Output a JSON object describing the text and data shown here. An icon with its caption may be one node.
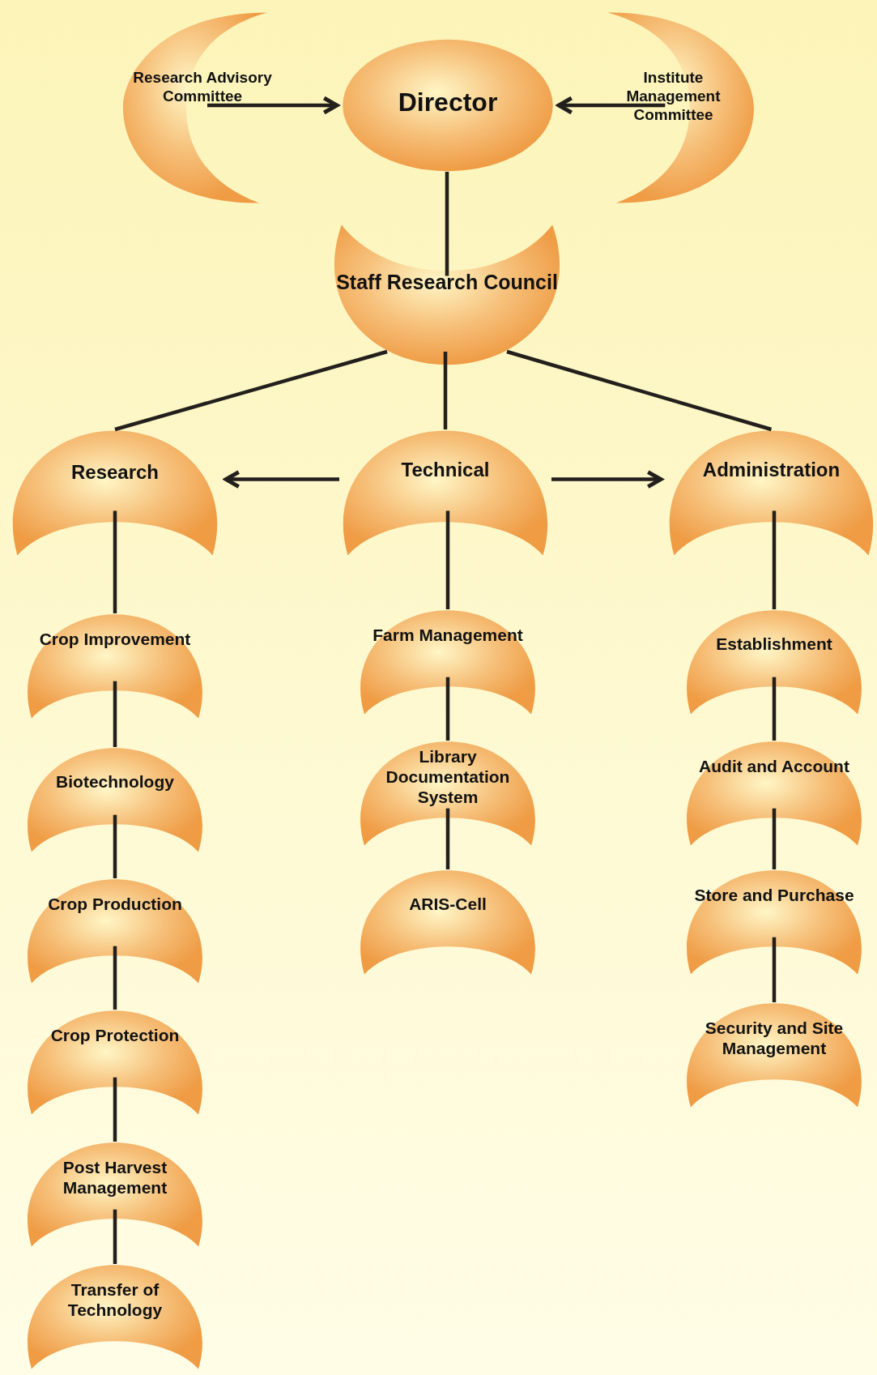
{
  "diagram": {
    "nodes": [
      {
        "text": [
          "Research Advisory Committee"
        ]
      },
      {
        "text": [
          "Director"
        ]
      },
      {
        "text": [
          "Institute Management Committee"
        ]
      },
      {
        "text": [
          "Staff Research Council"
        ]
      },
      {
        "text": [
          "Research"
        ]
      },
      {
        "text": [
          "Technical"
        ]
      },
      {
        "text": [
          "Administration"
        ]
      },
      {
        "text": [
          "Crop Improvement"
        ]
      },
      {
        "text": [
          "Biotechnology"
        ]
      },
      {
        "text": [
          "Crop Production"
        ]
      },
      {
        "text": [
          "Crop Protection"
        ]
      },
      {
        "text": [
          "Post Harvest Management"
        ]
      },
      {
        "text": [
          "Transfer of Technology"
        ]
      },
      {
        "text": [
          "Farm Management"
        ]
      },
      {
        "text": [
          "Library Documentation System"
        ]
      },
      {
        "text": [
          "ARIS-Cell"
        ]
      },
      {
        "text": [
          "Establishment"
        ]
      },
      {
        "text": [
          "Audit and Account"
        ]
      },
      {
        "text": [
          "Store and Purchase"
        ]
      },
      {
        "text": [
          "Security and Site Management"
        ]
      }
    ],
    "edges": [
      {
        "from": 0,
        "to": 1,
        "arrow": "to"
      },
      {
        "from": 2,
        "to": 1,
        "arrow": "to"
      },
      {
        "from": 1,
        "to": 3,
        "arrow": "none"
      },
      {
        "from": 3,
        "to": 4,
        "arrow": "none"
      },
      {
        "from": 3,
        "to": 5,
        "arrow": "none"
      },
      {
        "from": 3,
        "to": 6,
        "arrow": "none"
      },
      {
        "from": 5,
        "to": 4,
        "arrow": "to"
      },
      {
        "from": 5,
        "to": 6,
        "arrow": "to"
      },
      {
        "from": 4,
        "to": 7,
        "arrow": "none"
      },
      {
        "from": 7,
        "to": 8,
        "arrow": "none"
      },
      {
        "from": 8,
        "to": 9,
        "arrow": "none"
      },
      {
        "from": 9,
        "to": 10,
        "arrow": "none"
      },
      {
        "from": 10,
        "to": 11,
        "arrow": "none"
      },
      {
        "from": 11,
        "to": 12,
        "arrow": "none"
      },
      {
        "from": 5,
        "to": 13,
        "arrow": "none"
      },
      {
        "from": 13,
        "to": 14,
        "arrow": "none"
      },
      {
        "from": 14,
        "to": 15,
        "arrow": "none"
      },
      {
        "from": 6,
        "to": 16,
        "arrow": "none"
      },
      {
        "from": 16,
        "to": 17,
        "arrow": "none"
      },
      {
        "from": 17,
        "to": 18,
        "arrow": "none"
      },
      {
        "from": 18,
        "to": 19,
        "arrow": "none"
      }
    ]
  }
}
